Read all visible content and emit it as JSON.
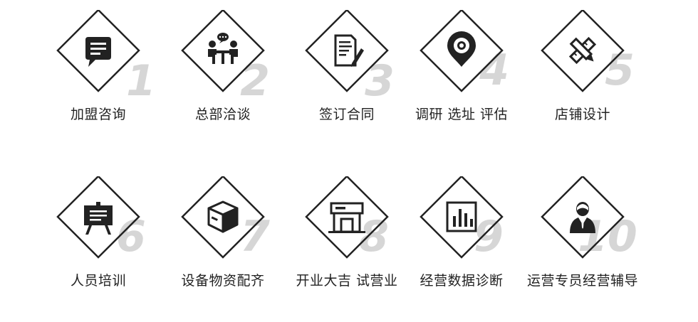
{
  "colors": {
    "diamond_stroke": "#222222",
    "icon": "#222222",
    "number": "#d6d6d6",
    "label": "#222222"
  },
  "steps": [
    {
      "number": "1",
      "label": "加盟咨询",
      "icon": "chat-bubble-icon"
    },
    {
      "number": "2",
      "label": "总部洽谈",
      "icon": "meeting-icon"
    },
    {
      "number": "3",
      "label": "签订合同",
      "icon": "contract-sign-icon"
    },
    {
      "number": "4",
      "label": "调研 选址 评估",
      "icon": "location-pin-icon"
    },
    {
      "number": "5",
      "label": "店铺设计",
      "icon": "ruler-pencil-icon"
    },
    {
      "number": "6",
      "label": "人员培训",
      "icon": "training-board-icon"
    },
    {
      "number": "7",
      "label": "设备物资配齐",
      "icon": "package-box-icon"
    },
    {
      "number": "8",
      "label": "开业大吉 试营业",
      "icon": "storefront-icon"
    },
    {
      "number": "9",
      "label": "经营数据诊断",
      "icon": "bar-chart-icon"
    },
    {
      "number": "10",
      "label": "运营专员经营辅导",
      "icon": "consultant-icon"
    }
  ]
}
